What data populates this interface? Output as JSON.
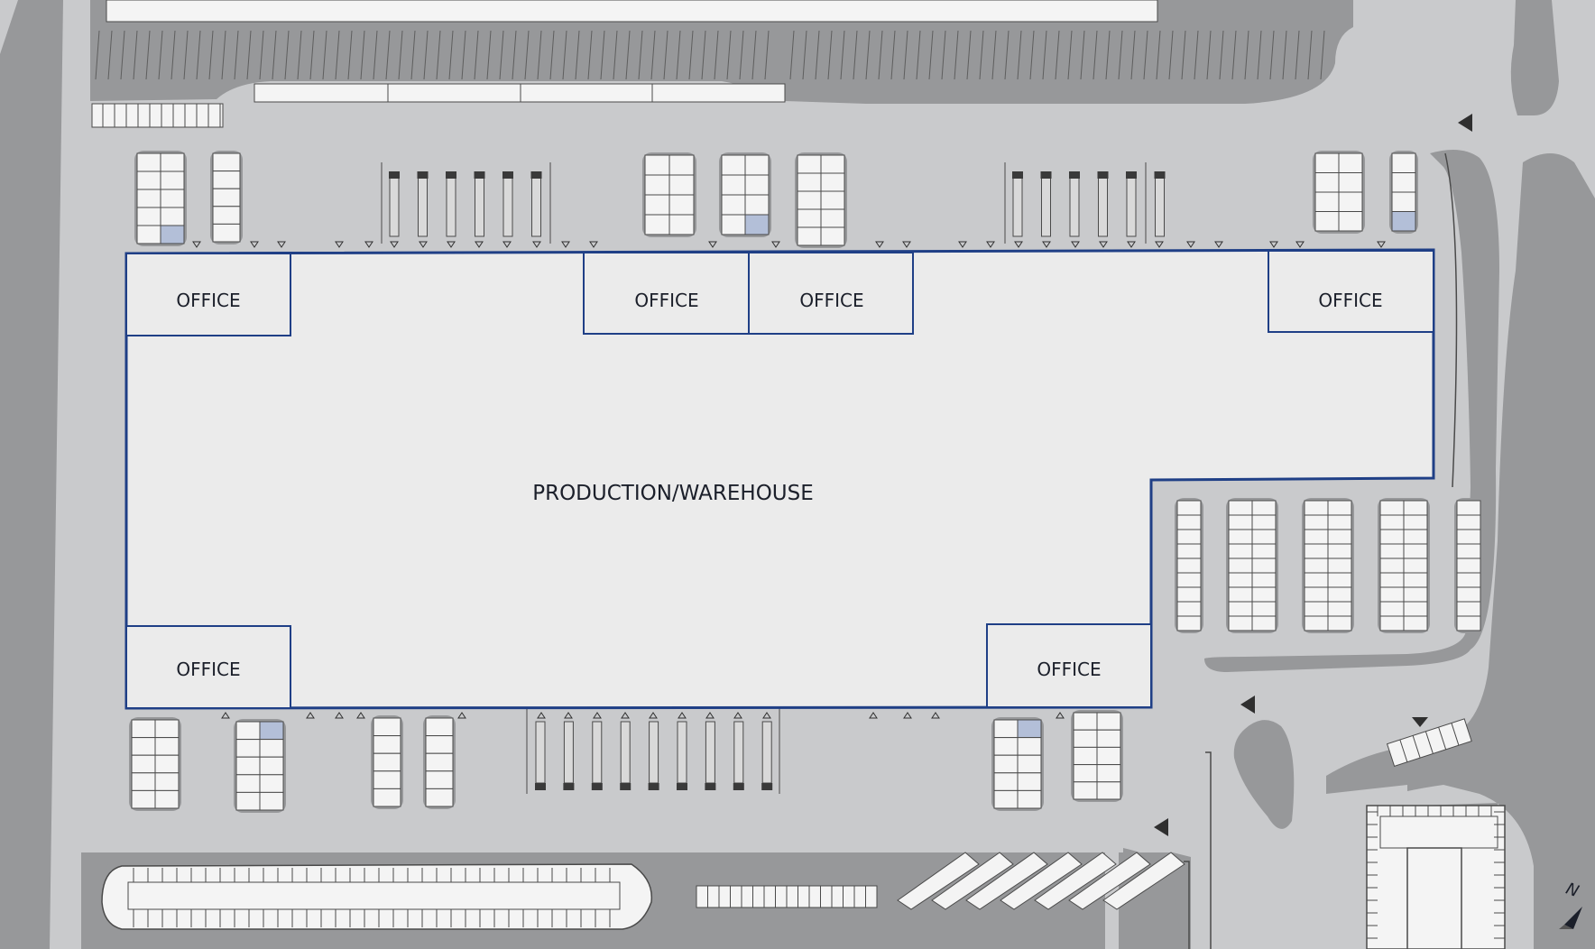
{
  "labels": {
    "office": "OFFICE",
    "production": "PRODUCTION/WAREHOUSE",
    "north": "N"
  },
  "colors": {
    "background": "#c9cacc",
    "road": "#97989a",
    "building_fill": "#ebebeb",
    "building_outline": "#1f3f86",
    "parking_fill": "#f4f4f4",
    "accessible_bay": "#b3bfd8",
    "line": "#4a4a4a"
  },
  "icons": {
    "traffic_arrow": "triangle-arrow-icon",
    "north_arrow": "north-arrow-icon",
    "truck": "truck-trailer-icon",
    "loading_door": "loading-door-marker-icon"
  }
}
